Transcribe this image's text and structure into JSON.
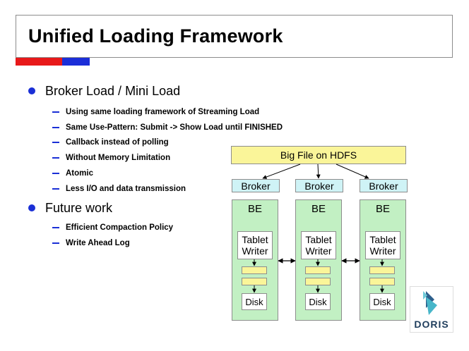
{
  "slide": {
    "title": "Unified Loading Framework",
    "accent_colors": [
      "#e8191a",
      "#1b2ed8"
    ]
  },
  "bullets": [
    {
      "label": "Broker Load / Mini Load",
      "subitems": [
        "Using same loading framework of Streaming Load",
        "Same Use-Pattern: Submit -> Show Load until FINISHED",
        "Callback instead of polling",
        "Without Memory Limitation",
        "Atomic",
        "Less I/O and data transmission"
      ]
    },
    {
      "label": "Future work",
      "subitems": [
        "Efficient Compaction Policy",
        "Write Ahead Log"
      ]
    }
  ],
  "diagram": {
    "source": "Big File on HDFS",
    "columns": [
      {
        "broker": "Broker",
        "be": "BE",
        "writer": "Tablet Writer",
        "disk": "Disk"
      },
      {
        "broker": "Broker",
        "be": "BE",
        "writer": "Tablet Writer",
        "disk": "Disk"
      },
      {
        "broker": "Broker",
        "be": "BE",
        "writer": "Tablet Writer",
        "disk": "Disk"
      }
    ],
    "colors": {
      "source_fill": "#faf599",
      "broker_fill": "#cff3f6",
      "be_fill": "#c2f0c3",
      "buffer_fill": "#faf599"
    }
  },
  "logo": {
    "text": "DORIS",
    "icon": "doris-logo-icon"
  }
}
